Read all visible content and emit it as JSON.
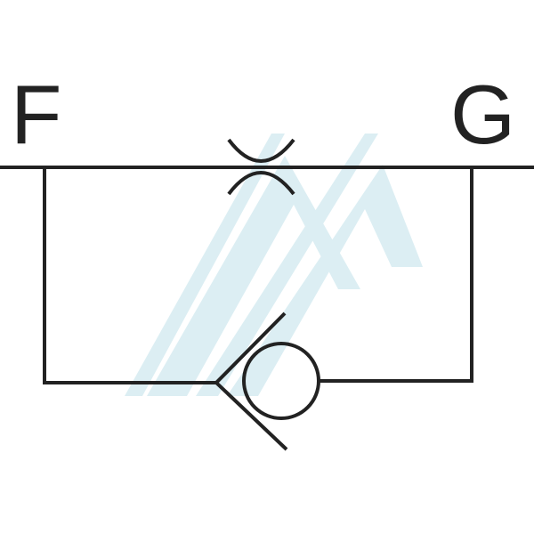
{
  "ports": {
    "left": "F",
    "right": "G"
  },
  "colors": {
    "line": "#222222",
    "watermark": "#cfe8ee"
  },
  "components": [
    "throttle-restrictor",
    "check-valve"
  ],
  "watermark": {
    "type": "logo"
  }
}
